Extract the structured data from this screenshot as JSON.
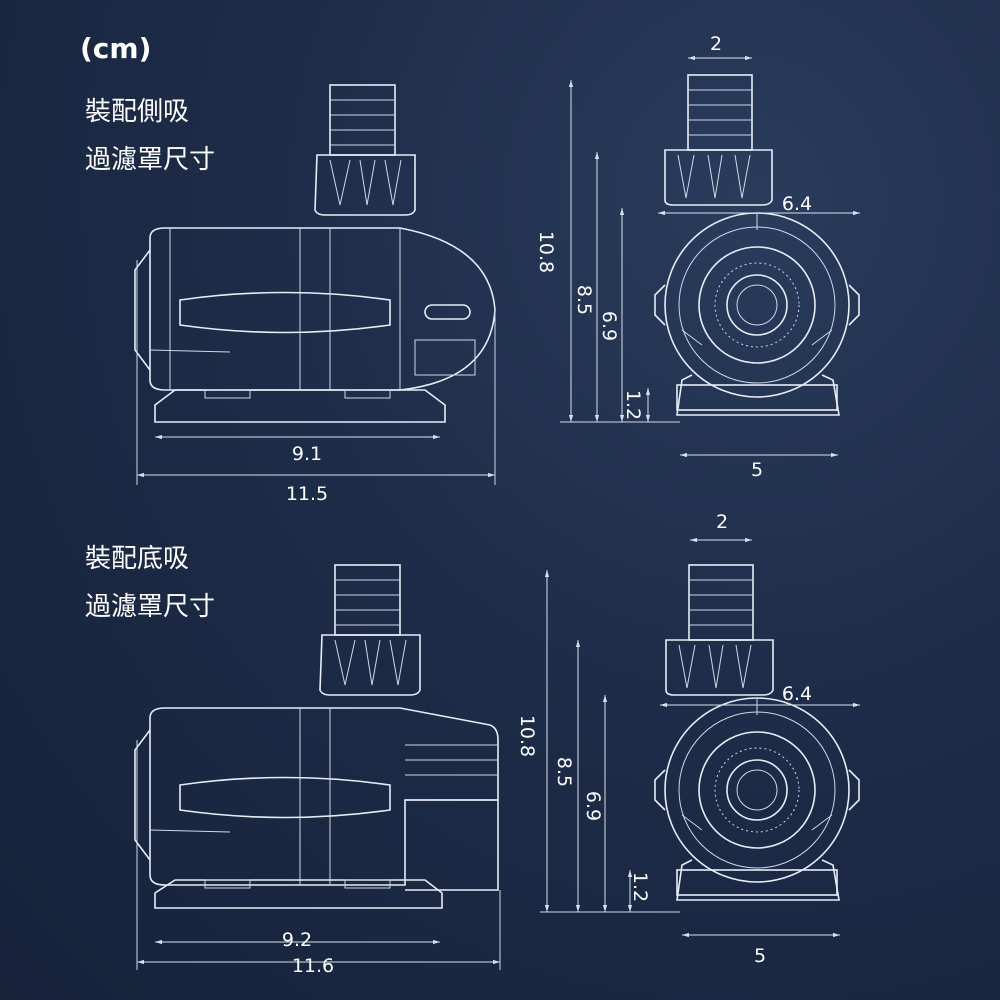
{
  "unit_label": "(cm)",
  "top": {
    "title_line1": "裝配側吸",
    "title_line2": "過濾罩尺寸",
    "side_view": {
      "base_length": "9.1",
      "total_length": "11.5"
    },
    "front_view": {
      "outlet_width": "2",
      "total_height": "10.8",
      "body_height": "8.5",
      "inlet_height": "6.9",
      "base_height": "1.2",
      "body_width": "6.4",
      "base_width": "5"
    }
  },
  "bottom": {
    "title_line1": "裝配底吸",
    "title_line2": "過濾罩尺寸",
    "side_view": {
      "base_length": "9.2",
      "total_length": "11.6"
    },
    "front_view": {
      "outlet_width": "2",
      "total_height": "10.8",
      "body_height": "8.5",
      "inlet_height": "6.9",
      "base_height": "1.2",
      "body_width": "6.4",
      "base_width": "5"
    }
  }
}
